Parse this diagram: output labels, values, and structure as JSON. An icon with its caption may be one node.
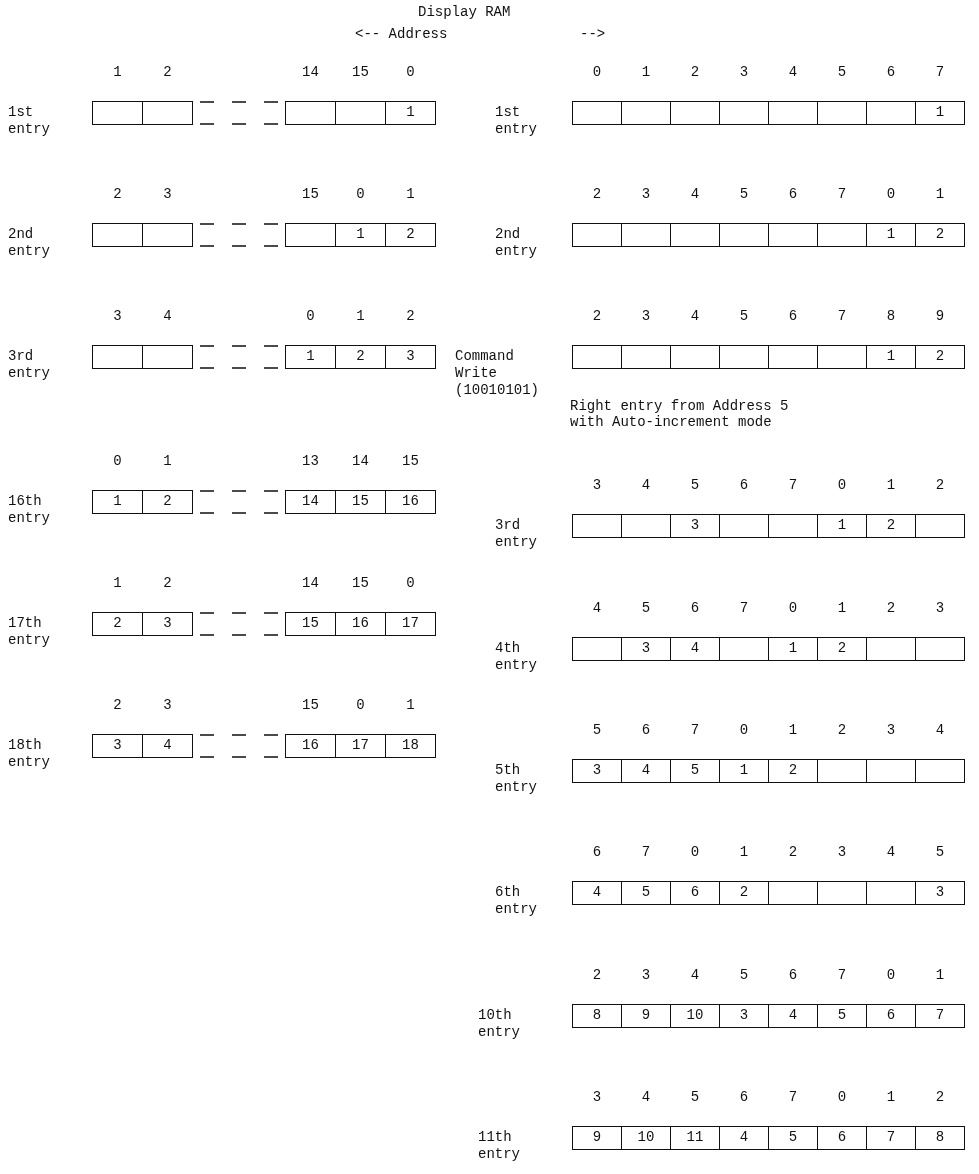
{
  "diagram": {
    "title": "Display RAM",
    "nodes": [
      {
        "text": [
          "1st entry"
        ]
      },
      {
        "text": [],
        "shape": "box",
        "in": 0,
        "beside": [
          "1"
        ]
      },
      {
        "text": [],
        "shape": "box",
        "in": 0,
        "beside": [
          "2"
        ]
      },
      {
        "text": [],
        "shape": "box",
        "in": 0,
        "beside": [
          "14"
        ]
      },
      {
        "text": [],
        "shape": "box",
        "in": 0,
        "beside": [
          "15"
        ]
      },
      {
        "text": [
          "1"
        ],
        "in": 0,
        "beside": [
          "0"
        ]
      },
      {
        "text": [
          "2nd entry"
        ]
      },
      {
        "text": [],
        "shape": "box",
        "in": 6,
        "beside": [
          "2"
        ]
      },
      {
        "text": [],
        "shape": "box",
        "in": 6,
        "beside": [
          "3"
        ]
      },
      {
        "text": [],
        "shape": "box",
        "in": 6,
        "beside": [
          "15"
        ]
      },
      {
        "text": [
          "1"
        ],
        "in": 6,
        "beside": [
          "0"
        ]
      },
      {
        "text": [
          "2"
        ],
        "in": 6,
        "beside": [
          "1"
        ]
      },
      {
        "text": [
          "3rd entry"
        ]
      },
      {
        "text": [],
        "shape": "box",
        "in": 12,
        "beside": [
          "3"
        ]
      },
      {
        "text": [],
        "shape": "box",
        "in": 12,
        "beside": [
          "4"
        ]
      },
      {
        "text": [
          "1"
        ],
        "in": 12,
        "beside": [
          "0"
        ]
      },
      {
        "text": [
          "2"
        ],
        "in": 12,
        "beside": [
          "1"
        ]
      },
      {
        "text": [
          "3"
        ],
        "in": 12,
        "beside": [
          "2"
        ]
      },
      {
        "text": [
          "16th entry"
        ]
      },
      {
        "text": [
          "1"
        ],
        "in": 18,
        "beside": [
          "0"
        ]
      },
      {
        "text": [
          "2"
        ],
        "in": 18,
        "beside": [
          "1"
        ]
      },
      {
        "text": [
          "14"
        ],
        "in": 18,
        "beside": [
          "13"
        ]
      },
      {
        "text": [
          "15"
        ],
        "in": 18,
        "beside": [
          "14"
        ]
      },
      {
        "text": [
          "16"
        ],
        "in": 18,
        "beside": [
          "15"
        ]
      },
      {
        "text": [
          "17th entry"
        ]
      },
      {
        "text": [
          "2"
        ],
        "in": 24,
        "beside": [
          "1"
        ]
      },
      {
        "text": [
          "3"
        ],
        "in": 24,
        "beside": [
          "2"
        ]
      },
      {
        "text": [
          "15"
        ],
        "in": 24,
        "beside": [
          "14"
        ]
      },
      {
        "text": [
          "16"
        ],
        "in": 24,
        "beside": [
          "15"
        ]
      },
      {
        "text": [
          "17"
        ],
        "in": 24,
        "beside": [
          "0"
        ]
      },
      {
        "text": [
          "18th entry"
        ]
      },
      {
        "text": [
          "3"
        ],
        "in": 30,
        "beside": [
          "2"
        ]
      },
      {
        "text": [
          "4"
        ],
        "in": 30,
        "beside": [
          "3"
        ]
      },
      {
        "text": [
          "16"
        ],
        "in": 30,
        "beside": [
          "15"
        ]
      },
      {
        "text": [
          "17"
        ],
        "in": 30,
        "beside": [
          "0"
        ]
      },
      {
        "text": [
          "18"
        ],
        "in": 30,
        "beside": [
          "1"
        ]
      },
      {
        "text": [
          "1st entry"
        ]
      },
      {
        "text": [],
        "shape": "box",
        "in": 36,
        "beside": [
          "0"
        ]
      },
      {
        "text": [],
        "shape": "box",
        "in": 36,
        "beside": [
          "1"
        ]
      },
      {
        "text": [],
        "shape": "box",
        "in": 36,
        "beside": [
          "2"
        ]
      },
      {
        "text": [],
        "shape": "box",
        "in": 36,
        "beside": [
          "3"
        ]
      },
      {
        "text": [],
        "shape": "box",
        "in": 36,
        "beside": [
          "4"
        ]
      },
      {
        "text": [],
        "shape": "box",
        "in": 36,
        "beside": [
          "5"
        ]
      },
      {
        "text": [],
        "shape": "box",
        "in": 36,
        "beside": [
          "6"
        ]
      },
      {
        "text": [
          "1"
        ],
        "in": 36,
        "beside": [
          "7"
        ]
      },
      {
        "text": [
          "2nd entry"
        ]
      },
      {
        "text": [],
        "shape": "box",
        "in": 45,
        "beside": [
          "2"
        ]
      },
      {
        "text": [],
        "shape": "box",
        "in": 45,
        "beside": [
          "3"
        ]
      },
      {
        "text": [],
        "shape": "box",
        "in": 45,
        "beside": [
          "4"
        ]
      },
      {
        "text": [],
        "shape": "box",
        "in": 45,
        "beside": [
          "5"
        ]
      },
      {
        "text": [],
        "shape": "box",
        "in": 45,
        "beside": [
          "6"
        ]
      },
      {
        "text": [],
        "shape": "box",
        "in": 45,
        "beside": [
          "7"
        ]
      },
      {
        "text": [
          "1"
        ],
        "in": 45,
        "beside": [
          "0"
        ]
      },
      {
        "text": [
          "2"
        ],
        "in": 45,
        "beside": [
          "1"
        ]
      },
      {
        "text": [
          "Command Write (10010101)"
        ]
      },
      {
        "text": [],
        "shape": "box",
        "in": 54,
        "beside": [
          "2"
        ]
      },
      {
        "text": [],
        "shape": "box",
        "in": 54,
        "beside": [
          "3"
        ]
      },
      {
        "text": [],
        "shape": "box",
        "in": 54,
        "beside": [
          "4"
        ]
      },
      {
        "text": [],
        "shape": "box",
        "in": 54,
        "beside": [
          "5"
        ]
      },
      {
        "text": [],
        "shape": "box",
        "in": 54,
        "beside": [
          "6"
        ]
      },
      {
        "text": [],
        "shape": "box",
        "in": 54,
        "beside": [
          "7"
        ]
      },
      {
        "text": [
          "1"
        ],
        "in": 54,
        "beside": [
          "8"
        ]
      },
      {
        "text": [
          "2"
        ],
        "in": 54,
        "beside": [
          "9"
        ]
      },
      {
        "text": [
          "3rd entry"
        ]
      },
      {
        "text": [],
        "shape": "box",
        "in": 63,
        "beside": [
          "3"
        ]
      },
      {
        "text": [],
        "shape": "box",
        "in": 63,
        "beside": [
          "4"
        ]
      },
      {
        "text": [
          "3"
        ],
        "in": 63,
        "beside": [
          "5"
        ]
      },
      {
        "text": [],
        "shape": "box",
        "in": 63,
        "beside": [
          "6"
        ]
      },
      {
        "text": [],
        "shape": "box",
        "in": 63,
        "beside": [
          "7"
        ]
      },
      {
        "text": [
          "1"
        ],
        "in": 63,
        "beside": [
          "0"
        ]
      },
      {
        "text": [
          "2"
        ],
        "in": 63,
        "beside": [
          "1"
        ]
      },
      {
        "text": [],
        "shape": "box",
        "in": 63,
        "beside": [
          "2"
        ]
      },
      {
        "text": [
          "4th entry"
        ]
      },
      {
        "text": [],
        "shape": "box",
        "in": 72,
        "beside": [
          "4"
        ]
      },
      {
        "text": [
          "3"
        ],
        "in": 72,
        "beside": [
          "5"
        ]
      },
      {
        "text": [
          "4"
        ],
        "in": 72,
        "beside": [
          "6"
        ]
      },
      {
        "text": [],
        "shape": "box",
        "in": 72,
        "beside": [
          "7"
        ]
      },
      {
        "text": [
          "1"
        ],
        "in": 72,
        "beside": [
          "0"
        ]
      },
      {
        "text": [
          "2"
        ],
        "in": 72,
        "beside": [
          "1"
        ]
      },
      {
        "text": [],
        "shape": "box",
        "in": 72,
        "beside": [
          "2"
        ]
      },
      {
        "text": [],
        "shape": "box",
        "in": 72,
        "beside": [
          "3"
        ]
      },
      {
        "text": [
          "5th entry"
        ]
      },
      {
        "text": [
          "3"
        ],
        "in": 81,
        "beside": [
          "5"
        ]
      },
      {
        "text": [
          "4"
        ],
        "in": 81,
        "beside": [
          "6"
        ]
      },
      {
        "text": [
          "5"
        ],
        "in": 81,
        "beside": [
          "7"
        ]
      },
      {
        "text": [
          "1"
        ],
        "in": 81,
        "beside": [
          "0"
        ]
      },
      {
        "text": [
          "2"
        ],
        "in": 81,
        "beside": [
          "1"
        ]
      },
      {
        "text": [],
        "shape": "box",
        "in": 81,
        "beside": [
          "2"
        ]
      },
      {
        "text": [],
        "shape": "box",
        "in": 81,
        "beside": [
          "3"
        ]
      },
      {
        "text": [],
        "shape": "box",
        "in": 81,
        "beside": [
          "4"
        ]
      },
      {
        "text": [
          "6th entry"
        ]
      },
      {
        "text": [
          "4"
        ],
        "in": 90,
        "beside": [
          "6"
        ]
      },
      {
        "text": [
          "5"
        ],
        "in": 90,
        "beside": [
          "7"
        ]
      },
      {
        "text": [
          "6"
        ],
        "in": 90,
        "beside": [
          "0"
        ]
      },
      {
        "text": [
          "2"
        ],
        "in": 90,
        "beside": [
          "1"
        ]
      },
      {
        "text": [],
        "shape": "box",
        "in": 90,
        "beside": [
          "2"
        ]
      },
      {
        "text": [],
        "shape": "box",
        "in": 90,
        "beside": [
          "3"
        ]
      },
      {
        "text": [],
        "shape": "box",
        "in": 90,
        "beside": [
          "4"
        ]
      },
      {
        "text": [
          "3"
        ],
        "in": 90,
        "beside": [
          "5"
        ]
      },
      {
        "text": [
          "10th entry"
        ]
      },
      {
        "text": [
          "8"
        ],
        "in": 99,
        "beside": [
          "2"
        ]
      },
      {
        "text": [
          "9"
        ],
        "in": 99,
        "beside": [
          "3"
        ]
      },
      {
        "text": [
          "10"
        ],
        "in": 99,
        "beside": [
          "4"
        ]
      },
      {
        "text": [
          "3"
        ],
        "in": 99,
        "beside": [
          "5"
        ]
      },
      {
        "text": [
          "4"
        ],
        "in": 99,
        "beside": [
          "6"
        ]
      },
      {
        "text": [
          "5"
        ],
        "in": 99,
        "beside": [
          "7"
        ]
      },
      {
        "text": [
          "6"
        ],
        "in": 99,
        "beside": [
          "0"
        ]
      },
      {
        "text": [
          "7"
        ],
        "in": 99,
        "beside": [
          "1"
        ]
      },
      {
        "text": [
          "11th entry"
        ]
      },
      {
        "text": [
          "9"
        ],
        "in": 108,
        "beside": [
          "3"
        ]
      },
      {
        "text": [
          "10"
        ],
        "in": 108,
        "beside": [
          "4"
        ]
      },
      {
        "text": [
          "11"
        ],
        "in": 108,
        "beside": [
          "5"
        ]
      },
      {
        "text": [
          "4"
        ],
        "in": 108,
        "beside": [
          "6"
        ]
      },
      {
        "text": [
          "5"
        ],
        "in": 108,
        "beside": [
          "7"
        ]
      },
      {
        "text": [
          "6"
        ],
        "in": 108,
        "beside": [
          "0"
        ]
      },
      {
        "text": [
          "7"
        ],
        "in": 108,
        "beside": [
          "1"
        ]
      },
      {
        "text": [
          "8"
        ],
        "in": 108,
        "beside": [
          "2"
        ]
      }
    ],
    "labels": [
      "<-- Address",
      "-->",
      "Right entry from Address 5 with Auto-increment mode"
    ]
  }
}
